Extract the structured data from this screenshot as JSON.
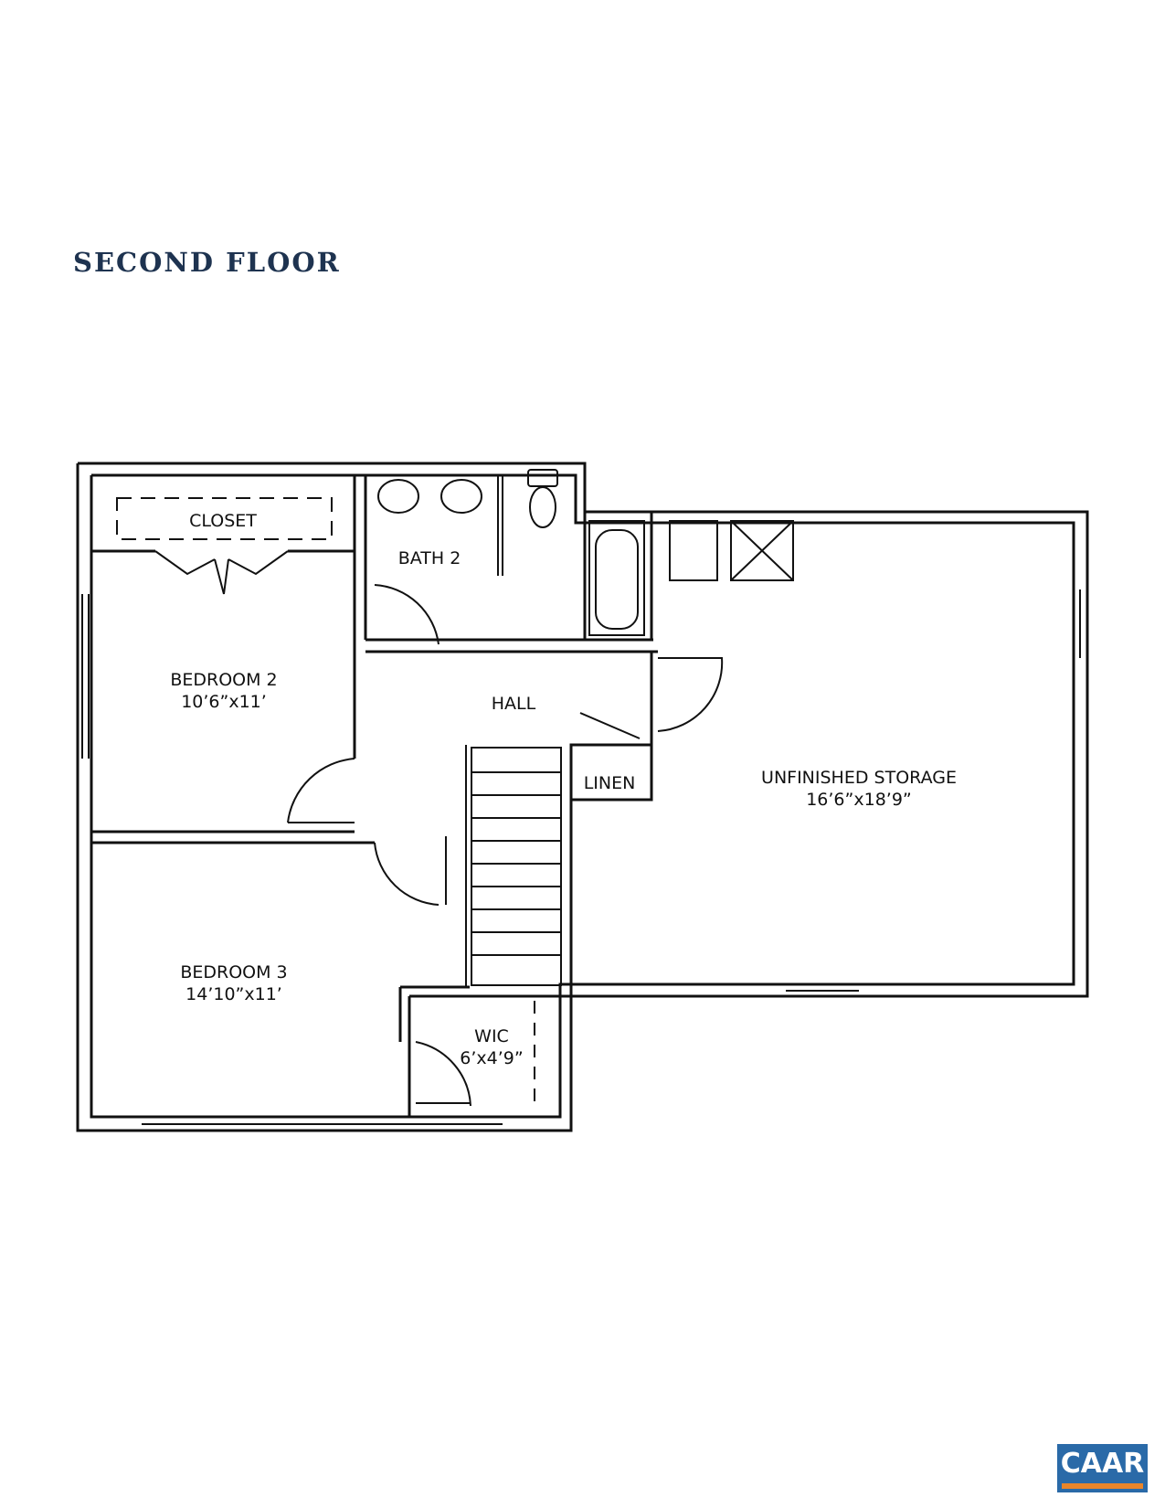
{
  "title": "SECOND FLOOR",
  "rooms": {
    "closet": {
      "name": "CLOSET"
    },
    "bath2": {
      "name": "BATH 2"
    },
    "bedroom2": {
      "name": "BEDROOM 2",
      "size": "10’6”x11’"
    },
    "hall": {
      "name": "HALL"
    },
    "linen": {
      "name": "LINEN"
    },
    "storage": {
      "name": "UNFINISHED STORAGE",
      "size": "16’6”x18’9”"
    },
    "bedroom3": {
      "name": "BEDROOM 3",
      "size": "14’10”x11’"
    },
    "wic": {
      "name": "WIC",
      "size": "6’x4’9”"
    }
  },
  "logo": {
    "text": "CAAR"
  },
  "colors": {
    "title": "#1e3350",
    "logo_bg": "#2a6aa8",
    "logo_accent": "#e9852a"
  }
}
